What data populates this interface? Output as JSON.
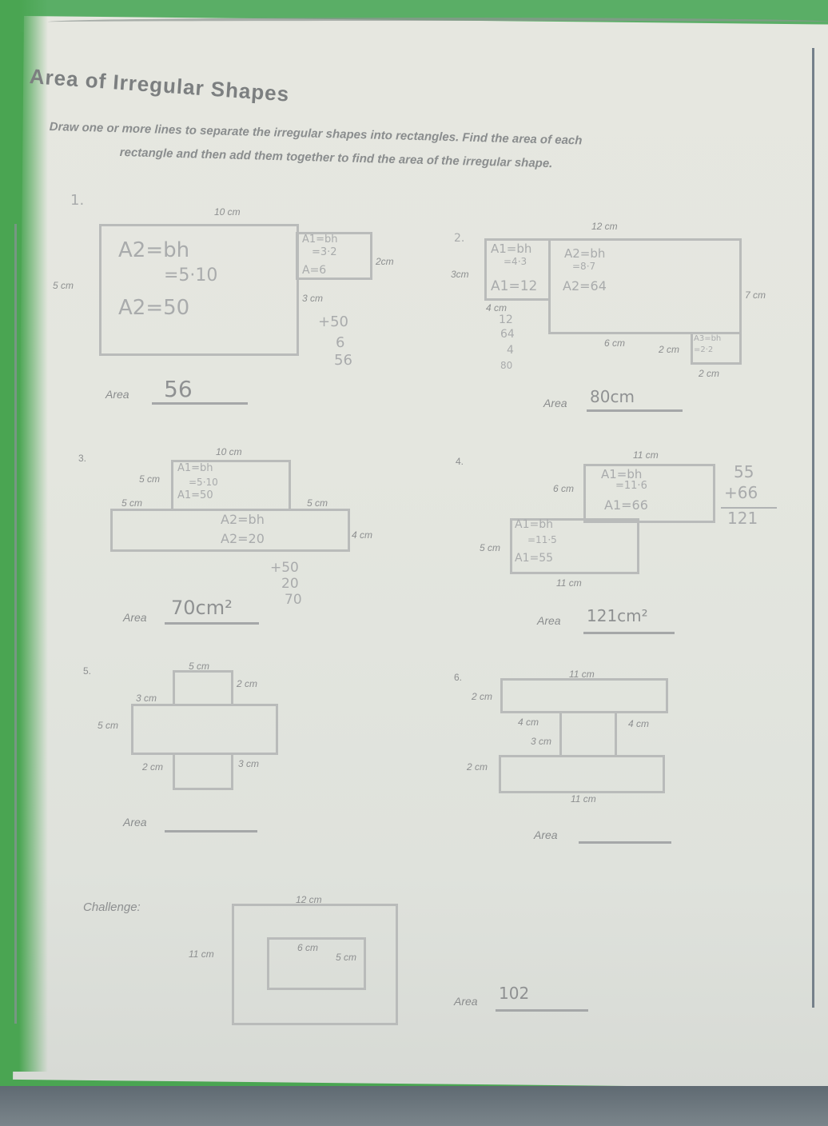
{
  "worksheet": {
    "title": "Area of Irregular Shapes",
    "instructions_line1": "Draw one or more lines to separate the irregular shapes into rectangles. Find the area of each",
    "instructions_line2": "rectangle and then add them together to find the area of the irregular shape.",
    "area_label": "Area"
  },
  "problems": [
    {
      "number": "1.",
      "dims": {
        "top": "10 cm",
        "left": "5 cm",
        "right": "2cm",
        "bottom_small": "3 cm"
      },
      "work": [
        "A2=bh",
        "=5·10",
        "A2=50",
        "A1=bh",
        "=3·2",
        "A=6",
        "+50",
        "6",
        "56"
      ],
      "answer": "56"
    },
    {
      "number": "2.",
      "dims": {
        "top": "12 cm",
        "left": "3cm",
        "right": "7 cm",
        "under_left": "4 cm",
        "bottom": "6 cm",
        "notch_left": "2 cm",
        "notch_bottom": "2 cm"
      },
      "work": [
        "A1=bh",
        "=4·3",
        "A1=12",
        "A2=bh",
        "=8·7",
        "A2=64",
        "A3=bh",
        "=2·2",
        "12",
        "64",
        "4",
        "80"
      ],
      "answer": "80cm"
    },
    {
      "number": "3.",
      "dims": {
        "top": "10 cm",
        "left_upper": "5 cm",
        "left_ledge": "5 cm",
        "right_ledge": "5 cm",
        "right": "4 cm"
      },
      "work": [
        "A1=bh",
        "=5·10",
        "A1=50",
        "A2=bh",
        "A2=20",
        "+50",
        "20",
        "70"
      ],
      "answer": "70cm²"
    },
    {
      "number": "4.",
      "dims": {
        "top": "11 cm",
        "upper_left": "6 cm",
        "lower_left": "5 cm",
        "bottom": "11 cm"
      },
      "work": [
        "A1=bh",
        "=11·6",
        "A1=66",
        "A1=bh",
        "=11·5",
        "A1=55",
        "55",
        "+66",
        "121"
      ],
      "answer": "121cm²"
    },
    {
      "number": "5.",
      "dims": {
        "top": "5 cm",
        "top_right": "2 cm",
        "left_ledge": "3 cm",
        "left": "5 cm",
        "bottom_left": "2 cm",
        "bottom_right": "3 cm"
      },
      "work": [],
      "answer": ""
    },
    {
      "number": "6.",
      "dims": {
        "top": "11 cm",
        "top_left": "2 cm",
        "inner_left": "4 cm",
        "inner_height": "3 cm",
        "inner_right": "4 cm",
        "bottom_left": "2 cm",
        "bottom": "11 cm"
      },
      "work": [],
      "answer": ""
    }
  ],
  "challenge": {
    "label": "Challenge:",
    "dims": {
      "outer_top": "12 cm",
      "outer_left": "11 cm",
      "inner_top": "6 cm",
      "inner_right": "5 cm"
    },
    "answer": "102"
  }
}
